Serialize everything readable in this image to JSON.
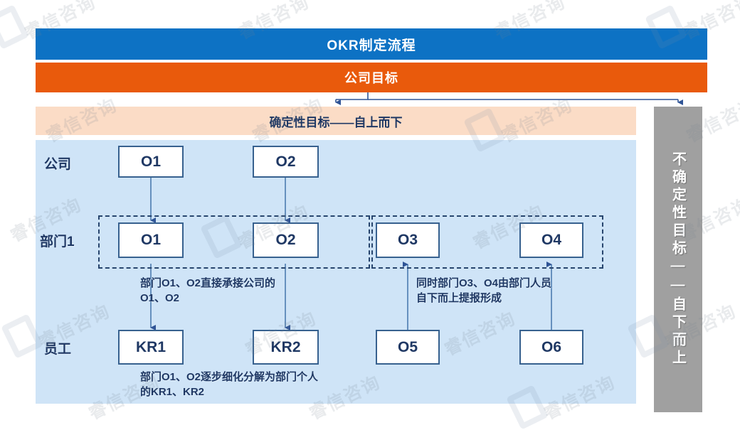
{
  "title": "OKR制定流程",
  "company_goal": "公司目标",
  "certain_goal_band": "确定性目标——自上而下",
  "uncertain_goal_bar": "不确定性目标——自下而上",
  "colors": {
    "title_band": "#0d72c4",
    "company_goal_band": "#e95a0c",
    "certain_band": "#fbdcc6",
    "main_panel": "#cfe4f7",
    "uncertain_bar": "#a0a0a0",
    "node_border": "#37618f",
    "text_dark_blue": "#1f3864",
    "connector": "#2f5496"
  },
  "row_labels": {
    "company": "公司",
    "department": "部门1",
    "employee": "员工"
  },
  "nodes": {
    "company_row": [
      {
        "id": "company-o1",
        "label": "O1"
      },
      {
        "id": "company-o2",
        "label": "O2"
      }
    ],
    "department_row": [
      {
        "id": "dept-o1",
        "label": "O1"
      },
      {
        "id": "dept-o2",
        "label": "O2"
      },
      {
        "id": "dept-o3",
        "label": "O3"
      },
      {
        "id": "dept-o4",
        "label": "O4"
      }
    ],
    "employee_row": [
      {
        "id": "emp-kr1",
        "label": "KR1"
      },
      {
        "id": "emp-kr2",
        "label": "KR2"
      },
      {
        "id": "emp-o5",
        "label": "O5"
      },
      {
        "id": "emp-o6",
        "label": "O6"
      }
    ]
  },
  "annotations": {
    "left_department": "部门O1、O2直接承接公司的O1、O2",
    "right_department": "同时部门O3、O4由部门人员自下而上提报形成",
    "bottom_kr": "部门O1、O2逐步细化分解为部门个人的KR1、KR2"
  },
  "watermarks": {
    "text": "睿信咨询",
    "count": 12
  }
}
